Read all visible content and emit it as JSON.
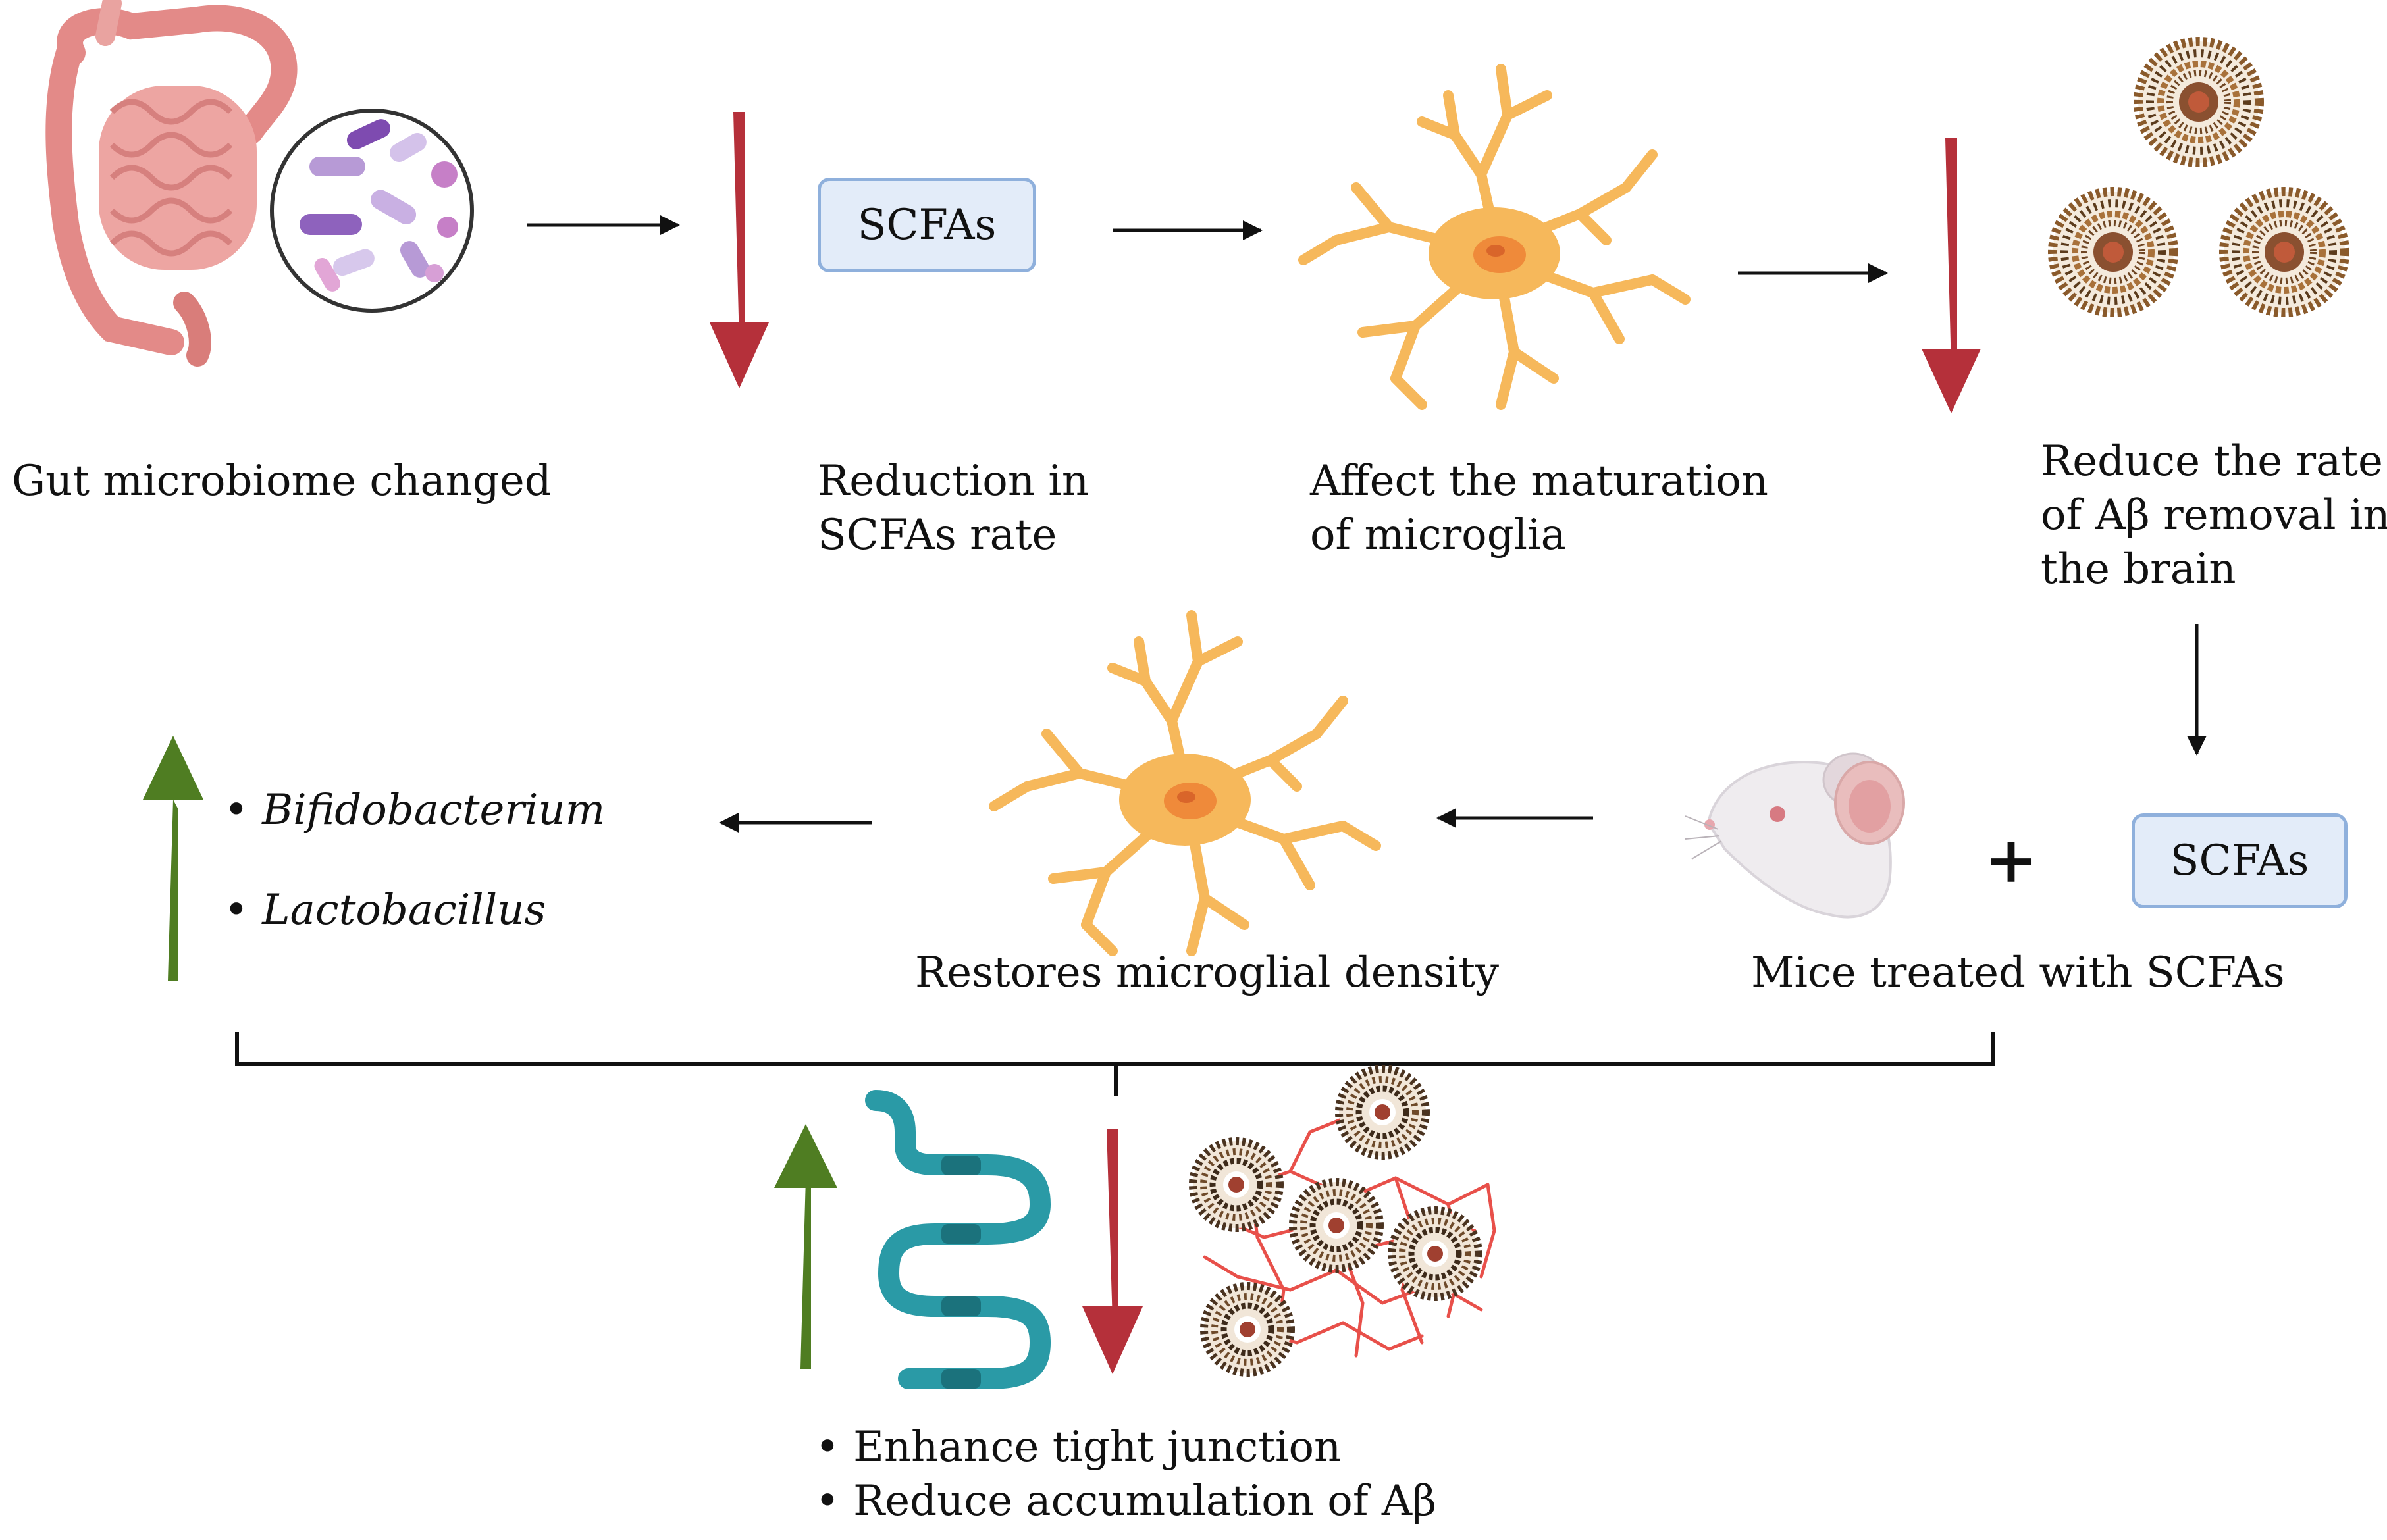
{
  "row1": {
    "gut_label": "Gut microbiome changed",
    "scfa_box": "SCFAs",
    "reduction_label": [
      "Reduction in",
      "SCFAs rate"
    ],
    "maturation_label": [
      "Affect the maturation",
      "of microglia"
    ],
    "removal_label": [
      "Reduce the rate",
      "of Aβ removal in",
      "the brain"
    ]
  },
  "row2": {
    "bacteria": [
      "Bifidobacterium",
      "Lactobacillus"
    ],
    "restore_label": "Restores microglial density",
    "mice_label": "Mice treated with SCFAs",
    "plus_sign": "+",
    "scfa_box": "SCFAs"
  },
  "row3": {
    "outcomes": [
      "• Enhance tight junction",
      "• Reduce accumulation of Aβ"
    ]
  },
  "colors": {
    "down_arrow": "#b5303a",
    "up_arrow": "#4f7d22",
    "microglia": "#f6b85b",
    "nucleus": "#ef8a3a",
    "plaque": "#8a5a2b",
    "tight_junction": "#2a9aa6",
    "box_fill": "#e3ecf9",
    "box_border": "#8fb0dc"
  },
  "icons": [
    "intestine-icon",
    "bacteria-magnifier-icon",
    "microglia-icon",
    "amyloid-plaque-icon",
    "mouse-icon",
    "tight-junction-icon",
    "amyloid-network-icon"
  ]
}
